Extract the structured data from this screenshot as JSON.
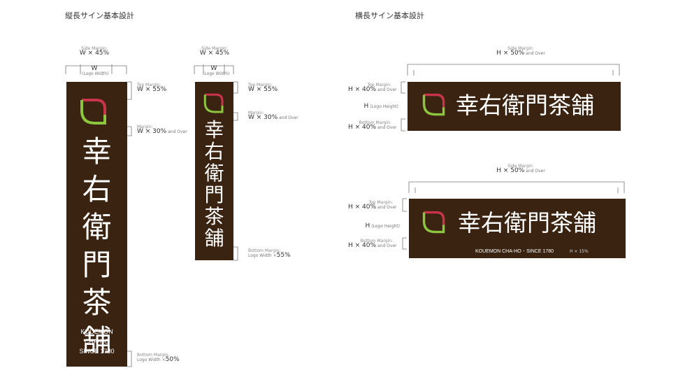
{
  "titles": {
    "vertical": "縦長サイン基本設計",
    "horizontal": "横長サイン基本設計"
  },
  "logo_text": [
    "幸",
    "右",
    "衛",
    "門",
    "茶",
    "舗"
  ],
  "logo_text_h": "幸右衛門茶舗",
  "sub_lines": [
    "KOUEMON",
    "CHA-HO",
    "SINCE 1780"
  ],
  "sub_line_h": "KOUEMON CHA-HO ･ SINCE 1780",
  "colors": {
    "sign_bg": "#3a2310",
    "mark_red": "#c8344a",
    "mark_green": "#8cc63f"
  },
  "sign1": {
    "side_label": "Side Margin:",
    "side_value": "W × 45%",
    "w_label": "W",
    "w_sub": "(Logo Width)",
    "top_label": "Top Margin:",
    "top_value": "W × 55%",
    "margin_label": "Margin:",
    "margin_value": "W × 30%",
    "margin_suffix": "and Over",
    "bottom_label": "Bottom Margin:",
    "bottom_prefix": "Logo Width ×",
    "bottom_value": "50%"
  },
  "sign2": {
    "side_label": "Side Margin:",
    "side_value": "W × 45%",
    "w_label": "W",
    "w_sub": "(Logo Width)",
    "top_label": "Top Margin:",
    "top_value": "W × 55%",
    "margin_label": "Margin:",
    "margin_value": "W × 30%",
    "margin_suffix": "and Over",
    "bottom_label": "Bottom Margin:",
    "bottom_prefix": "Logo Width ×",
    "bottom_value": "55%"
  },
  "sign3": {
    "side_label": "Side Margin:",
    "side_value": "H × 50%",
    "side_suffix": "and Over",
    "top_label": "Top Margin:",
    "top_value": "H × 40%",
    "top_suffix": "and Over",
    "h_label": "H",
    "h_sub": "(Logo Height)",
    "bottom_label": "Bottom Margin:",
    "bottom_value": "H × 40%",
    "bottom_suffix": "and Over"
  },
  "sign4": {
    "side_label": "Side Margin:",
    "side_value": "H × 50%",
    "side_suffix": "and Over",
    "top_label": "Top Margin:",
    "top_value": "H × 40%",
    "top_suffix": "and Over",
    "h_label": "H",
    "h_sub": "(Logo Height)",
    "bottom_label": "Bottom Margin:",
    "bottom_value": "H × 40%",
    "bottom_suffix": "and Over",
    "sub_note": "H × 15%"
  }
}
